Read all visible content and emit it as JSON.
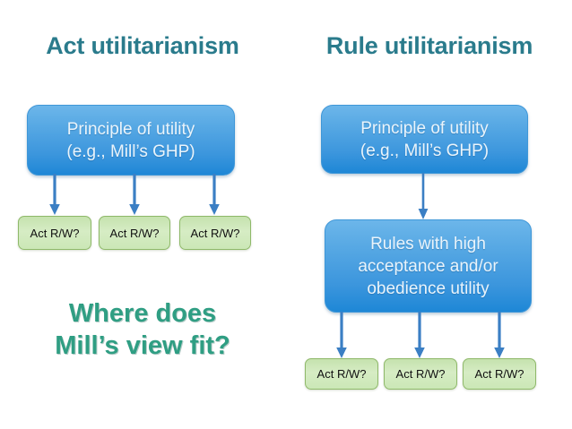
{
  "slide": {
    "background_color": "#ffffff",
    "accent_blue": "#3c96dd",
    "accent_green": "#cbe7b6",
    "title_color": "#2a7b8c",
    "question_color": "#2f9e83",
    "arrow_color": "#3b7fc4"
  },
  "columns": {
    "left": {
      "title": "Act utilitarianism",
      "principle_box": "Principle of utility (e.g., Mill’s GHP)",
      "principle_lines": [
        "Principle of utility",
        "(e.g., Mill’s GHP)"
      ],
      "act_boxes": [
        "Act R/W?",
        "Act R/W?",
        "Act R/W?"
      ],
      "question_lines": [
        "Where does",
        "Mill’s view fit?"
      ]
    },
    "right": {
      "title": "Rule utilitarianism",
      "principle_box": "Principle of utility (e.g., Mill’s GHP)",
      "principle_lines": [
        "Principle of utility",
        "(e.g., Mill’s GHP)"
      ],
      "rules_box": "Rules with high acceptance and/or obedience utility",
      "rules_lines": [
        "Rules with high",
        "acceptance and/or",
        "obedience utility"
      ],
      "act_boxes": [
        "Act R/W?",
        "Act R/W?",
        "Act R/W?"
      ]
    }
  }
}
